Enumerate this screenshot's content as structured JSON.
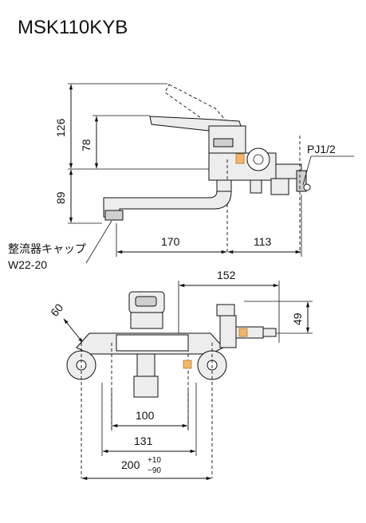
{
  "title": "MSK110KYB",
  "side_view": {
    "dim_126": "126",
    "dim_78": "78",
    "dim_89": "89",
    "dim_170": "170",
    "dim_113": "113",
    "thread_label": "PJ1/2",
    "aerator_label_line1": "整流器キャップ",
    "aerator_label_line2": "W22-20"
  },
  "front_view": {
    "dim_152": "152",
    "dim_49": "49",
    "dim_60": "60",
    "dim_100": "100",
    "dim_131": "131",
    "dim_200": "200",
    "tol_plus": "+10",
    "tol_minus": "−90"
  },
  "colors": {
    "line": "#111111",
    "body_fill": "#ededed",
    "accent": "#f3b56a"
  }
}
